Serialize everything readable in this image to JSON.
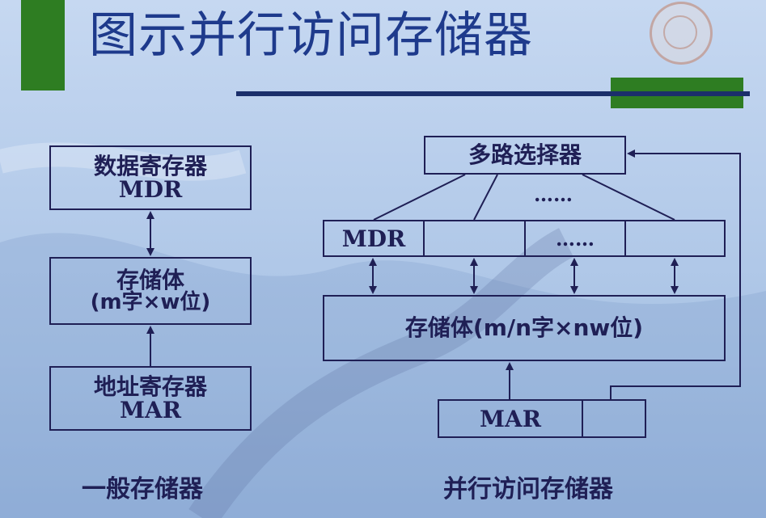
{
  "slide": {
    "title": "图示并行访问存储器"
  },
  "left_diagram": {
    "mdr_box": {
      "line1": "数据寄存器",
      "line2": "MDR"
    },
    "memory_box": {
      "line1": "存储体",
      "line2": "(m字×w位)"
    },
    "mar_box": {
      "line1": "地址寄存器",
      "line2": "MAR"
    },
    "caption": "一般存储器"
  },
  "right_diagram": {
    "mux_label": "多路选择器",
    "mux_dots": "……",
    "mdr_row": [
      "MDR",
      "",
      "……",
      ""
    ],
    "memory_label": "存储体(m/n字×nw位)",
    "mar_label": "MAR",
    "mar_extra": "",
    "caption": "并行访问存储器"
  },
  "colors": {
    "accent_green": "#2e7d22",
    "title_blue": "#1e3a8c",
    "ink": "#1f1f55"
  }
}
